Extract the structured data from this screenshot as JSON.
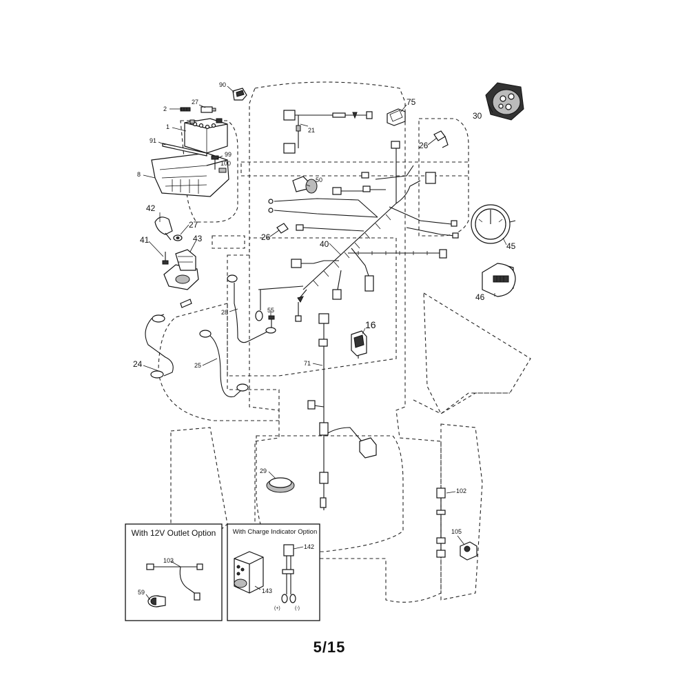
{
  "callouts": {
    "c1": "1",
    "c2": "2",
    "c8": "8",
    "c16": "16",
    "c21": "21",
    "c24": "24",
    "c25": "25",
    "c26a": "26",
    "c26b": "26",
    "c27a": "27",
    "c27b": "27",
    "c28": "28",
    "c29": "29",
    "c30": "30",
    "c40": "40",
    "c41": "41",
    "c42": "42",
    "c43": "43",
    "c45": "45",
    "c46": "46",
    "c50": "50",
    "c55": "55",
    "c59": "59",
    "c71": "71",
    "c75": "75",
    "c90": "90",
    "c91": "91",
    "c99": "99",
    "c100": "100",
    "c102": "102",
    "c103": "103",
    "c105": "105",
    "c142": "142",
    "c143": "143"
  },
  "options": {
    "outlet_title": "With 12V Outlet Option",
    "charge_title": "With Charge Indicator Option",
    "plus_label": "(+)",
    "minus_label": "(-)"
  },
  "footer": {
    "page_indicator": "5/15"
  }
}
